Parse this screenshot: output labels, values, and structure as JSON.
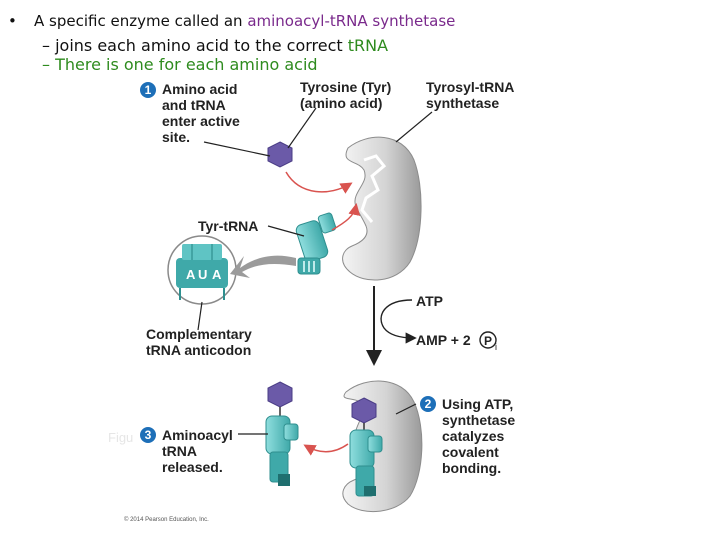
{
  "bullet": {
    "symbol": "•",
    "text_prefix": "A specific enzyme called an ",
    "text_highlight": "aminoacyl-tRNA synthetase"
  },
  "subpoints": [
    {
      "dash": "–",
      "text": "joins each amino acid to the correct ",
      "highlight": "tRNA"
    },
    {
      "dash": "–",
      "text": "There is one for each amino acid"
    }
  ],
  "steps": {
    "step1": {
      "number": "1",
      "label": [
        "Amino acid",
        "and tRNA",
        "enter active",
        "site."
      ]
    },
    "step2": {
      "number": "2",
      "label": [
        "Using ATP,",
        "synthetase",
        "catalyzes",
        "covalent",
        "bonding."
      ]
    },
    "step3": {
      "number": "3",
      "label": [
        "Aminoacyl",
        "tRNA",
        "released."
      ]
    }
  },
  "labels": {
    "tyrosine": [
      "Tyrosine (Tyr)",
      "(amino acid)"
    ],
    "synthetase": [
      "Tyrosyl-tRNA",
      "synthetase"
    ],
    "tyr_trna": "Tyr-tRNA",
    "anticodon": [
      "Complementary",
      "tRNA anticodon"
    ],
    "atp": "ATP",
    "amp": "AMP + 2",
    "pi_letter": "P",
    "pi_subscript": "i",
    "anticodon_letters": [
      "A",
      "U",
      "A"
    ]
  },
  "figure_ghost": "Figu",
  "copyright": "© 2014 Pearson Education, Inc.",
  "colors": {
    "highlight_purple": "#7a2a8c",
    "highlight_green": "#2e8b1e",
    "step_circle": "#1d6fb8",
    "trna_teal": "#5fc4c4",
    "amino_acid_purple": "#6b5aa8",
    "enzyme_gray": "#cfcfcf",
    "arrow_red": "#d9534f"
  }
}
